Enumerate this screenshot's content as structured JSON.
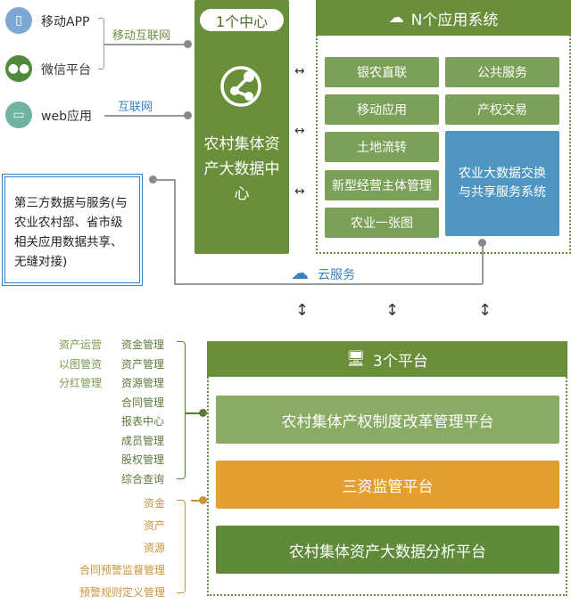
{
  "clients": [
    {
      "label": "移动APP",
      "icon": "mobile-icon"
    },
    {
      "label": "微信平台",
      "icon": "wechat-icon"
    },
    {
      "label": "web应用",
      "icon": "monitor-icon"
    }
  ],
  "connections": {
    "mobile_internet": "移动互联网",
    "internet": "互联网",
    "cloud": "云服务"
  },
  "third_party": "第三方数据与服务(与农业农村部、省市级相关应用数据共享、无缝对接)",
  "center": {
    "badge": "1个中心",
    "title": "农村集体资产大数据中心"
  },
  "apps": {
    "title": "N个应用系统",
    "left": [
      "银农直联",
      "移动应用",
      "土地流转",
      "新型经营主体管理",
      "农业一张图"
    ],
    "right": [
      "公共服务",
      "产权交易"
    ],
    "featured": "农业大数据交换与共享服务系统"
  },
  "platforms": {
    "title": "3个平台",
    "items": [
      "农村集体产权制度改革管理平台",
      "三资监管平台",
      "农村集体资产大数据分析平台"
    ]
  },
  "features_col1": [
    "资产运营",
    "以图管资",
    "分红管理"
  ],
  "features_col2": [
    "资金管理",
    "资产管理",
    "资源管理",
    "合同管理",
    "报表中心",
    "成员管理",
    "股权管理",
    "综合查询"
  ],
  "supervision": [
    "资金",
    "资产",
    "资源",
    "合同预警监督管理",
    "预警规则定义管理"
  ],
  "colors": {
    "green": "#6a8f3b",
    "light_green": "#8aab63",
    "orange": "#e3a030",
    "blue": "#4f97c2"
  }
}
